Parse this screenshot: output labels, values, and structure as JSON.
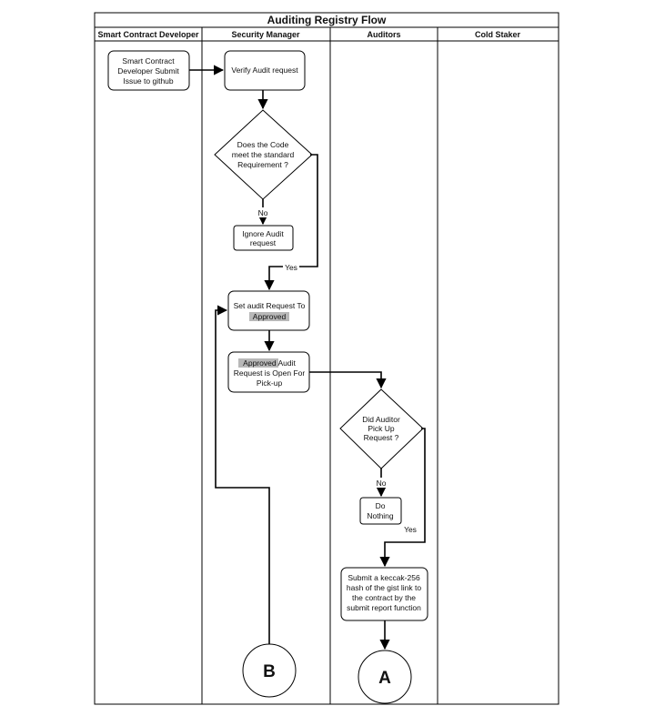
{
  "title": "Auditing Registry Flow",
  "lanes": [
    "Smart Contract Developer",
    "Security Manager",
    "Auditors",
    "Cold Staker"
  ],
  "nodes": {
    "submit_issue": [
      "Smart Contract",
      "Developer Submit",
      "Issue to github"
    ],
    "verify_audit": [
      "Verify Audit request"
    ],
    "code_standard": [
      "Does the Code",
      "meet the standard",
      "Requirement ?"
    ],
    "ignore_audit": [
      "Ignore Audit",
      "request"
    ],
    "set_approved": [
      "Set audit Request To",
      "Approved"
    ],
    "approved_open": [
      "Approved Audit",
      "Request is Open For",
      "Pick-up"
    ],
    "auditor_pickup": [
      "Did Auditor",
      "Pick Up",
      "Request ?"
    ],
    "do_nothing": [
      "Do",
      "Nothing"
    ],
    "submit_hash": [
      "Submit a keccak-256",
      "hash of the gist link to",
      "the contract by the",
      "submit report function"
    ]
  },
  "edge_labels": {
    "no_1": "No",
    "yes_1": "Yes",
    "no_2": "No",
    "yes_2": "Yes"
  },
  "connectors": {
    "b": "B",
    "a": "A"
  },
  "highlight_word": "Approved",
  "colors": {
    "line": "#000000",
    "highlight": "#b8b8b8",
    "background": "#ffffff"
  }
}
